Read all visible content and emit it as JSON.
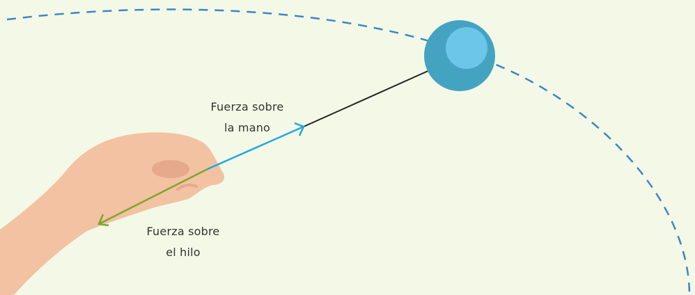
{
  "labels": {
    "force_on_hand": [
      "Fuerza sobre",
      "la mano"
    ],
    "force_on_string": [
      "Fuerza sobre",
      "el hilo"
    ]
  },
  "colors": {
    "background": "#f3f9e6",
    "orbit_path": "#3b86c6",
    "ball_outer": "#45a3c2",
    "ball_inner": "#6cc6ea",
    "string": "#222222",
    "force_on_hand_arrow": "#1ea8e0",
    "force_on_string_arrow": "#7ea52a",
    "hand_skin": "#f2c2a3",
    "hand_shade": "#e6a98b"
  }
}
